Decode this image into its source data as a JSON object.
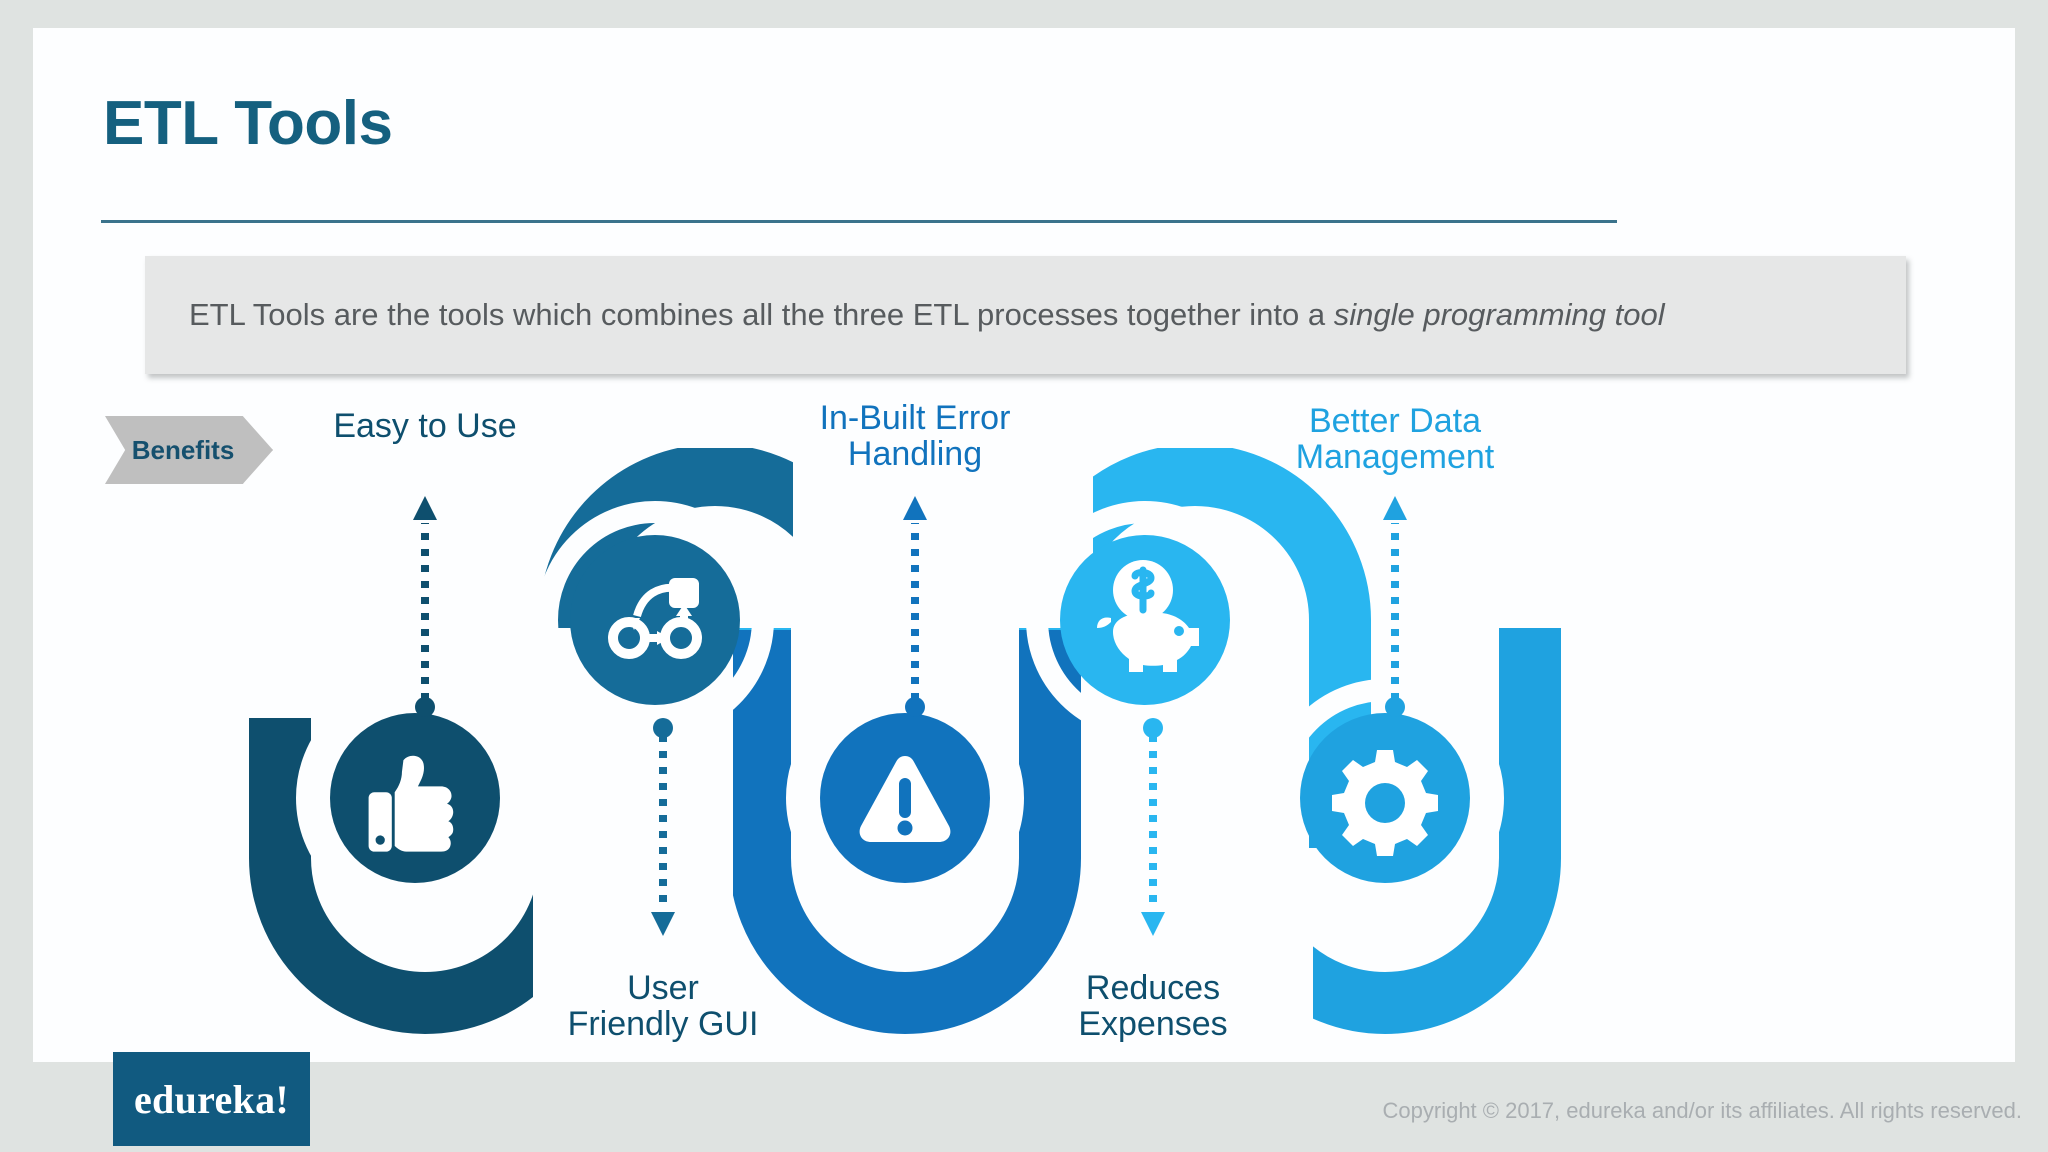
{
  "slide": {
    "title": "ETL Tools",
    "description_prefix": "ETL Tools are the tools which combines all the three ETL processes together into a ",
    "description_emphasis": "single programming tool",
    "benefits_tag": "Benefits"
  },
  "benefits": [
    {
      "id": "easy-to-use",
      "label": "Easy to Use",
      "icon": "thumbs-up-icon",
      "color": "#0e4f6e",
      "label_color": "#0e4f6e",
      "position": "above"
    },
    {
      "id": "user-friendly-gui",
      "label": "User\nFriendly GUI",
      "icon": "workflow-diagram-icon",
      "color": "#156c99",
      "label_color": "#0e4f6e",
      "position": "below"
    },
    {
      "id": "in-built-error-handling",
      "label": "In-Built Error\nHandling",
      "icon": "warning-triangle-icon",
      "color": "#1173bd",
      "label_color": "#1173bd",
      "position": "above"
    },
    {
      "id": "reduces-expenses",
      "label": "Reduces\nExpenses",
      "icon": "piggy-bank-icon",
      "color": "#29b6f0",
      "label_color": "#0e4f6e",
      "position": "below"
    },
    {
      "id": "better-data-management",
      "label": "Better Data\nManagement",
      "icon": "gear-icon",
      "color": "#1fa2e0",
      "label_color": "#1fa2e0",
      "position": "above"
    }
  ],
  "footer": {
    "logo_text": "edureka!",
    "copyright": "Copyright © 2017, edureka and/or its affiliates. All rights reserved."
  },
  "colors": {
    "page_background": "#dfe3e1",
    "slide_background": "#fdfeff",
    "title": "#15607f",
    "rule": "#3b738c",
    "description_box": "#e6e7e7",
    "description_text": "#575b5e",
    "benefits_tag_bg": "#bfbfbf",
    "benefits_tag_text": "#15506e",
    "logo_bg": "#115a80",
    "copyright_text": "#a9aeb1",
    "wave_1": "#0e4f6e",
    "wave_2": "#156c99",
    "wave_3": "#1173bd",
    "wave_4": "#29b6f0",
    "wave_5": "#1fa2e0"
  }
}
